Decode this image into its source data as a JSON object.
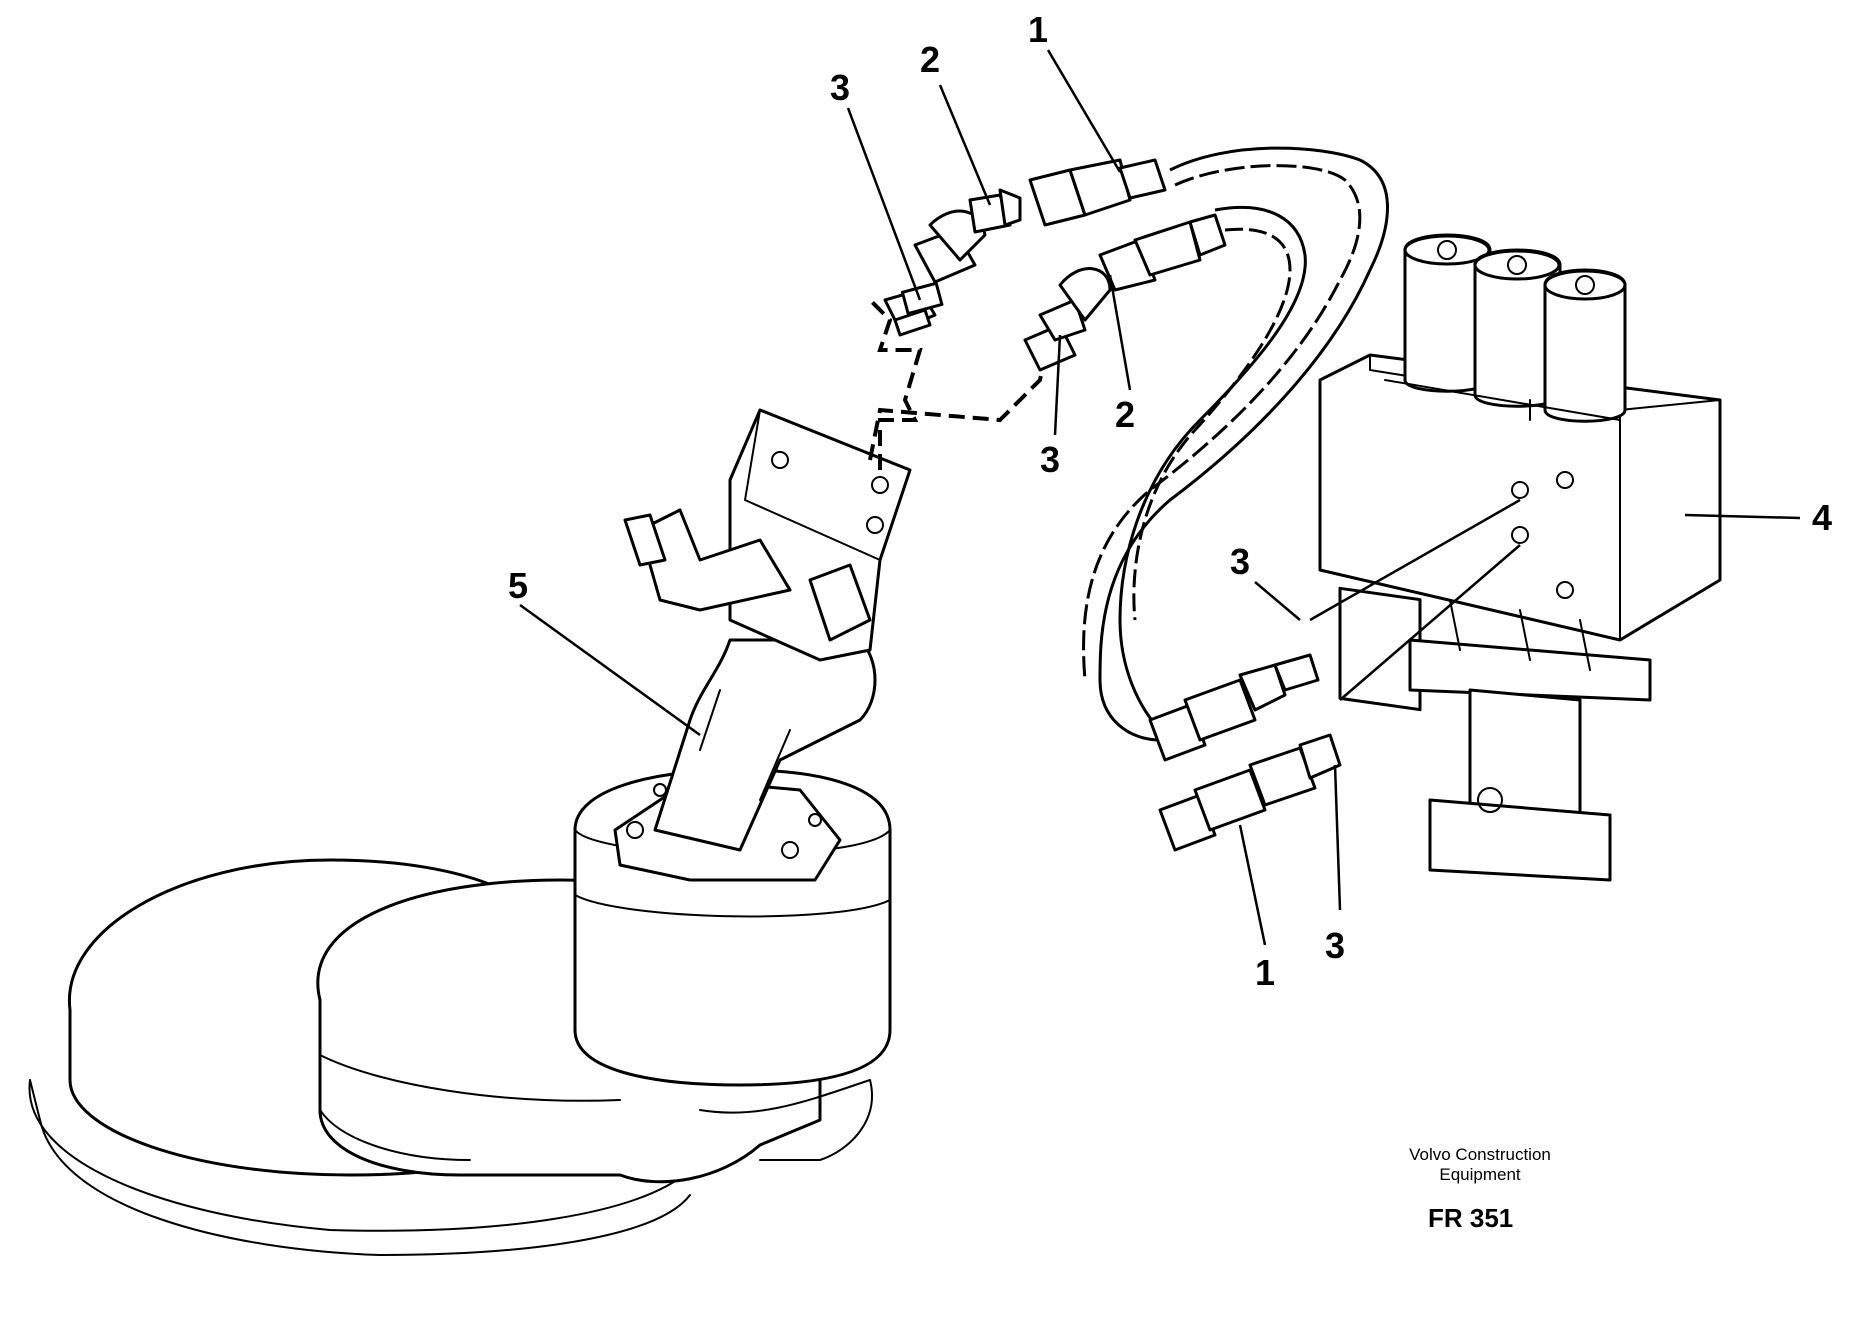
{
  "callouts": {
    "top_1": "1",
    "top_2": "2",
    "top_3": "3",
    "mid_2": "2",
    "mid_3": "3",
    "valve_4": "4",
    "motor_5": "5",
    "right_3a": "3",
    "bottom_1": "1",
    "bottom_3": "3"
  },
  "credit": {
    "line1": "Volvo Construction",
    "line2": "Equipment",
    "code": "FR 351"
  }
}
